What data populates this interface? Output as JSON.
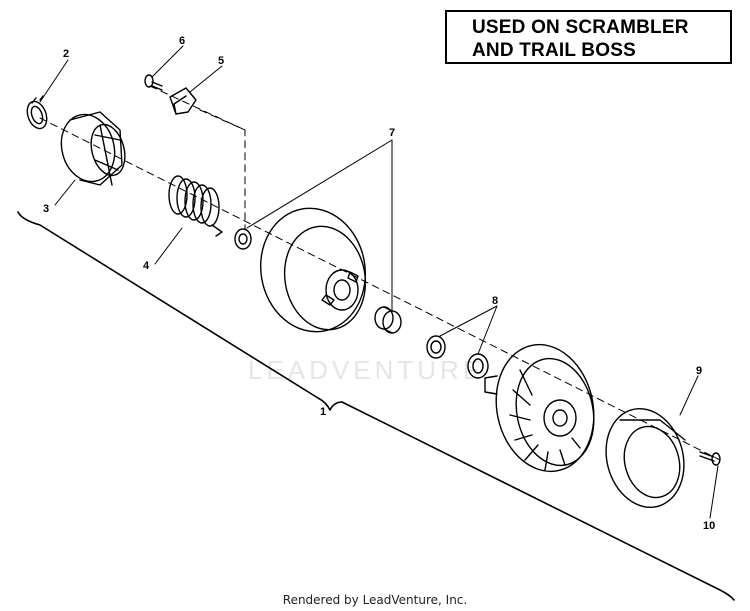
{
  "title": {
    "line1": "USED ON SCRAMBLER",
    "line2": "AND TRAIL BOSS"
  },
  "callouts": {
    "c1": "1",
    "c2": "2",
    "c3": "3",
    "c4": "4",
    "c5": "5",
    "c6": "6",
    "c7": "7",
    "c8": "8",
    "c9": "9",
    "c10": "10"
  },
  "watermark": "LEADVENTURE",
  "footer": "Rendered by LeadVenture, Inc."
}
